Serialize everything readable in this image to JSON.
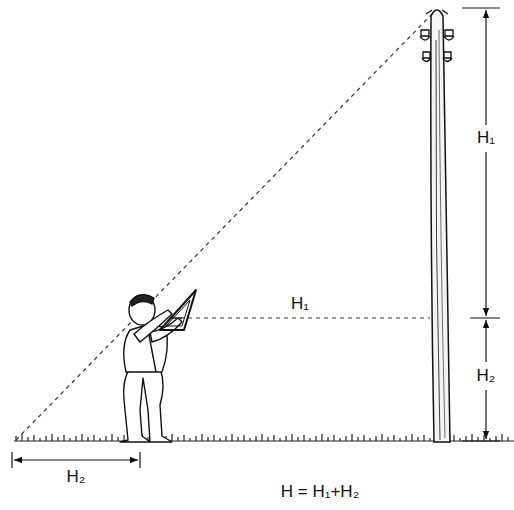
{
  "diagram": {
    "labels": [
      "H₁",
      "H₁",
      "H₂",
      "H₂",
      "H = H₁+H₂"
    ]
  }
}
